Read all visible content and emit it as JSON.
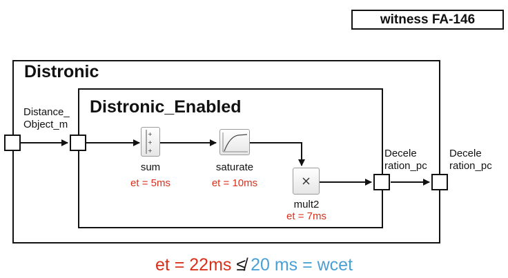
{
  "witness": "witness FA-146",
  "outer_title": "Distronic",
  "inner_title": "Distronic_Enabled",
  "input_label": "Distance_\nObject_m",
  "output_label_inner": "Decele\nration_pc",
  "output_label_outer": "Decele\nration_pc",
  "blocks": {
    "sum": {
      "name": "sum",
      "et": "et = 5ms"
    },
    "saturate": {
      "name": "saturate",
      "et": "et = 10ms"
    },
    "mult2": {
      "name": "mult2",
      "et": "et = 7ms"
    }
  },
  "formula": {
    "et": "et = 22ms",
    "relation": "≰",
    "wcet": "20 ms = wcet"
  },
  "colors": {
    "et": "#d9301c",
    "wcet": "#4a9fd3"
  }
}
